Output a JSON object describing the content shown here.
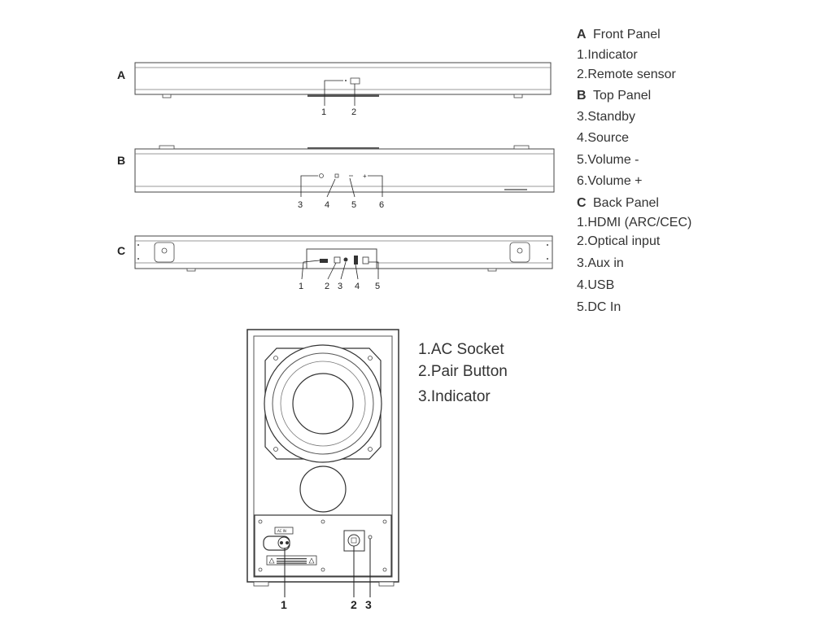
{
  "panels": {
    "a": {
      "letter": "A",
      "title": "Front Panel"
    },
    "b": {
      "letter": "B",
      "title": "Top Panel"
    },
    "c": {
      "letter": "C",
      "title": "Back Panel"
    }
  },
  "legend": {
    "front": [
      "1.Indicator",
      "2.Remote sensor"
    ],
    "top": [
      "3.Standby",
      "4.Source",
      "5.Volume -",
      "6.Volume +"
    ],
    "back": [
      "1.HDMI (ARC/CEC)",
      "2.Optical input",
      "3.Aux in",
      "4.USB",
      "5.DC In"
    ]
  },
  "callouts": {
    "front": [
      "1",
      "2"
    ],
    "top": [
      "3",
      "4",
      "5",
      "6"
    ],
    "back": [
      "1",
      "2",
      "3",
      "4",
      "5"
    ],
    "sub": [
      "1",
      "2",
      "3"
    ]
  },
  "subwoofer": {
    "legend": [
      "1.AC Socket",
      "2.Pair Button",
      "3.Indicator"
    ],
    "ac_label": "AC IN"
  }
}
